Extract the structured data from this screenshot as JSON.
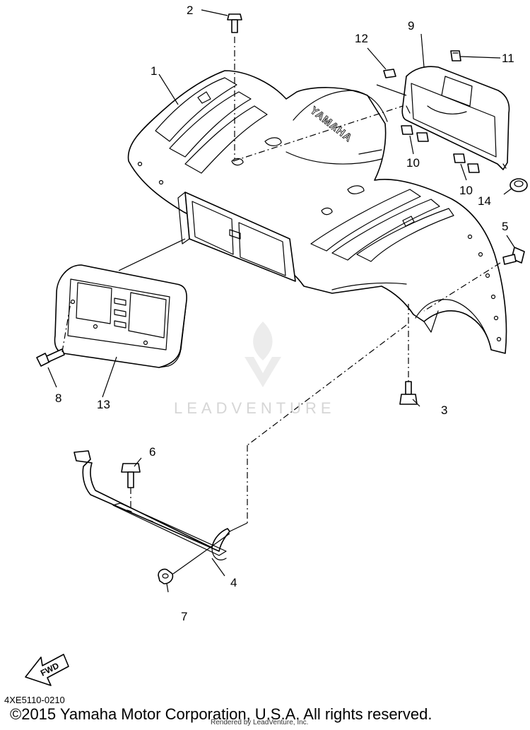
{
  "callouts": [
    {
      "id": "1",
      "label": "1"
    },
    {
      "id": "2",
      "label": "2"
    },
    {
      "id": "3",
      "label": "3"
    },
    {
      "id": "4",
      "label": "4"
    },
    {
      "id": "5",
      "label": "5"
    },
    {
      "id": "6",
      "label": "6"
    },
    {
      "id": "7",
      "label": "7"
    },
    {
      "id": "8",
      "label": "8"
    },
    {
      "id": "9",
      "label": "9"
    },
    {
      "id": "10a",
      "label": "10"
    },
    {
      "id": "10b",
      "label": "10"
    },
    {
      "id": "11",
      "label": "11"
    },
    {
      "id": "12",
      "label": "12"
    },
    {
      "id": "13",
      "label": "13"
    },
    {
      "id": "14",
      "label": "14"
    }
  ],
  "fender_brand": "YAMAHA",
  "fwd_label": "FWD",
  "watermark": "LEADVENTURE",
  "diagram_code": "4XE5110-0210",
  "copyright": "©2015 Yamaha Motor Corporation, U.S.A. All rights reserved.",
  "rendered_by": "Rendered by LeadVenture, Inc."
}
